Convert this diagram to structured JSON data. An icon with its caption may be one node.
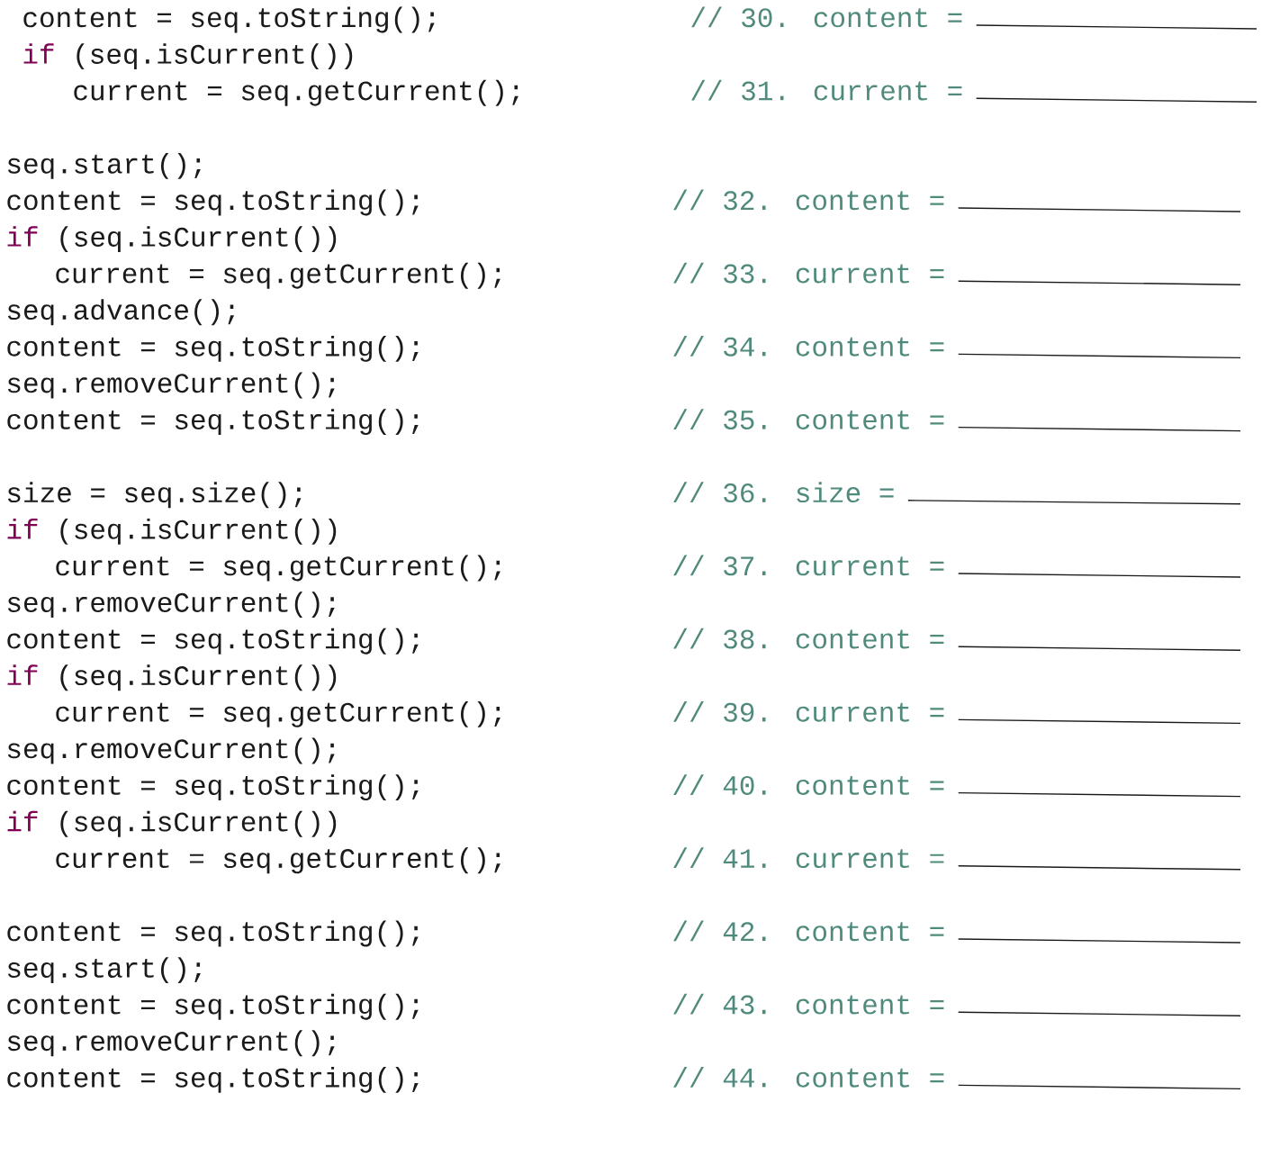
{
  "diagram": {
    "labels": [
      "content = seq.toString();",
      "// 30. content =",
      "if",
      "(seq.isCurrent())",
      "current = seq.getCurrent();",
      "// 31. current =",
      "seq.start();",
      "content = seq.toString();",
      "// 32. content =",
      "if",
      "(seq.isCurrent())",
      "current = seq.getCurrent();",
      "// 33. current =",
      "seq.advance();",
      "content = seq.toString();",
      "// 34. content =",
      "seq.removeCurrent();",
      "content = seq.toString();",
      "// 35. content =",
      "size = seq.size();",
      "// 36. size =",
      "if",
      "(seq.isCurrent())",
      "current = seq.getCurrent();",
      "// 37. current =",
      "seq.removeCurrent();",
      "content = seq.toString();",
      "// 38. content =",
      "if",
      "(seq.isCurrent())",
      "current = seq.getCurrent();",
      "// 39. current =",
      "seq.removeCurrent();",
      "content = seq.toString();",
      "// 40. content =",
      "if",
      "(seq.isCurrent())",
      "current = seq.getCurrent();",
      "// 41. current =",
      "content = seq.toString();",
      "// 42. content =",
      "seq.start();",
      "content = seq.toString();",
      "// 43. content =",
      "seq.removeCurrent();",
      "content = seq.toString();",
      "// 44. content ="
    ]
  }
}
